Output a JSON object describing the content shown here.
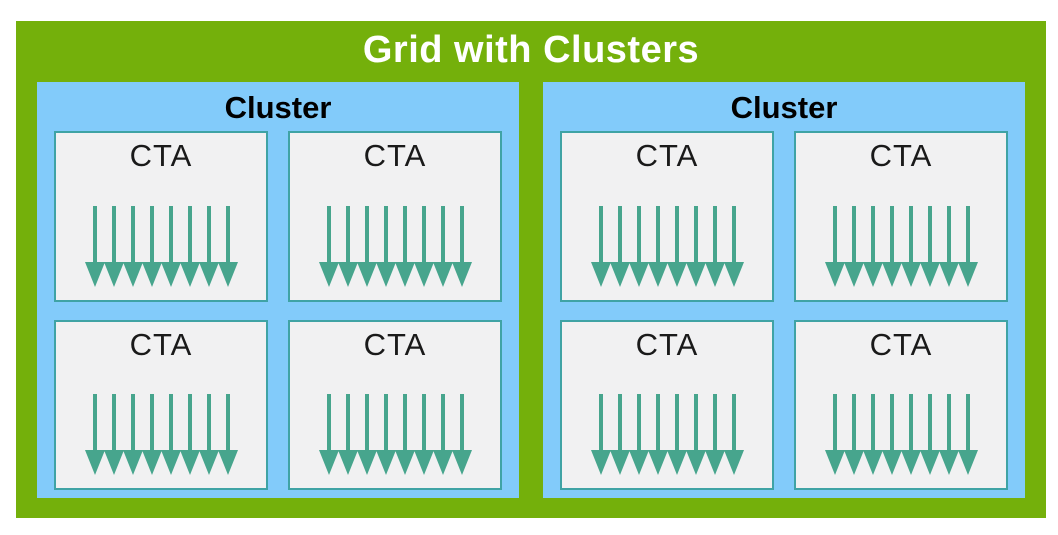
{
  "title": "Grid with Clusters",
  "colors": {
    "outer_bg": "#74B00B",
    "cluster_bg": "#82CBFA",
    "cta_bg": "#F1F1F2",
    "cta_border": "#3FA3A5",
    "arrow": "#47A58D",
    "grid_title_color": "#FFFFFF",
    "cluster_title_color": "#000000",
    "cta_label_color": "#1A1A1A"
  },
  "clusters": [
    {
      "label": "Cluster",
      "ctas": [
        {
          "label": "CTA",
          "arrow_count": 8
        },
        {
          "label": "CTA",
          "arrow_count": 8
        },
        {
          "label": "CTA",
          "arrow_count": 8
        },
        {
          "label": "CTA",
          "arrow_count": 8
        }
      ]
    },
    {
      "label": "Cluster",
      "ctas": [
        {
          "label": "CTA",
          "arrow_count": 8
        },
        {
          "label": "CTA",
          "arrow_count": 8
        },
        {
          "label": "CTA",
          "arrow_count": 8
        },
        {
          "label": "CTA",
          "arrow_count": 8
        }
      ]
    }
  ]
}
